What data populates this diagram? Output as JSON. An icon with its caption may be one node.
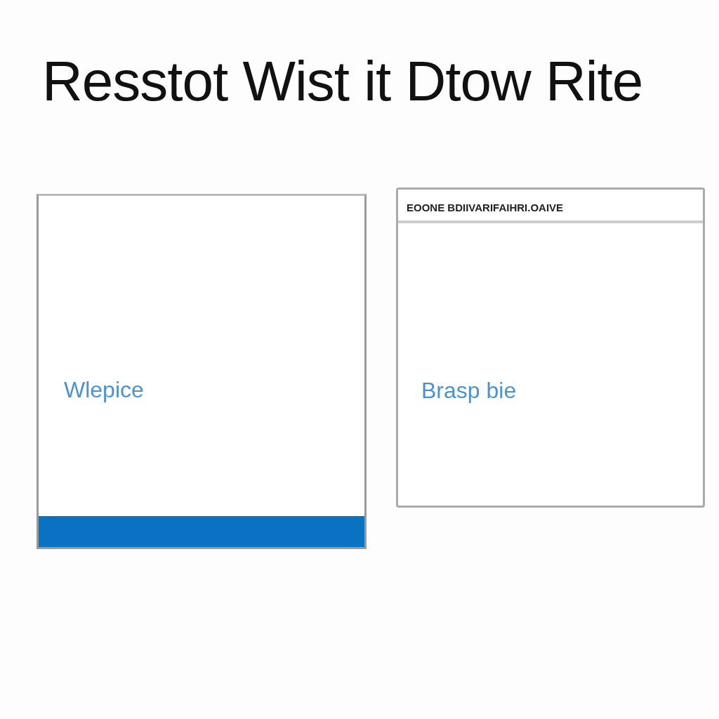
{
  "diagram": {
    "title": "Resstot Wist it Dtow Rite",
    "nodes": [
      {
        "text": [
          "Wlepice"
        ]
      },
      {
        "text": [
          "EOONE BDIIVARIFAIHRI.OAIVE",
          "Brasp bie"
        ]
      }
    ]
  }
}
